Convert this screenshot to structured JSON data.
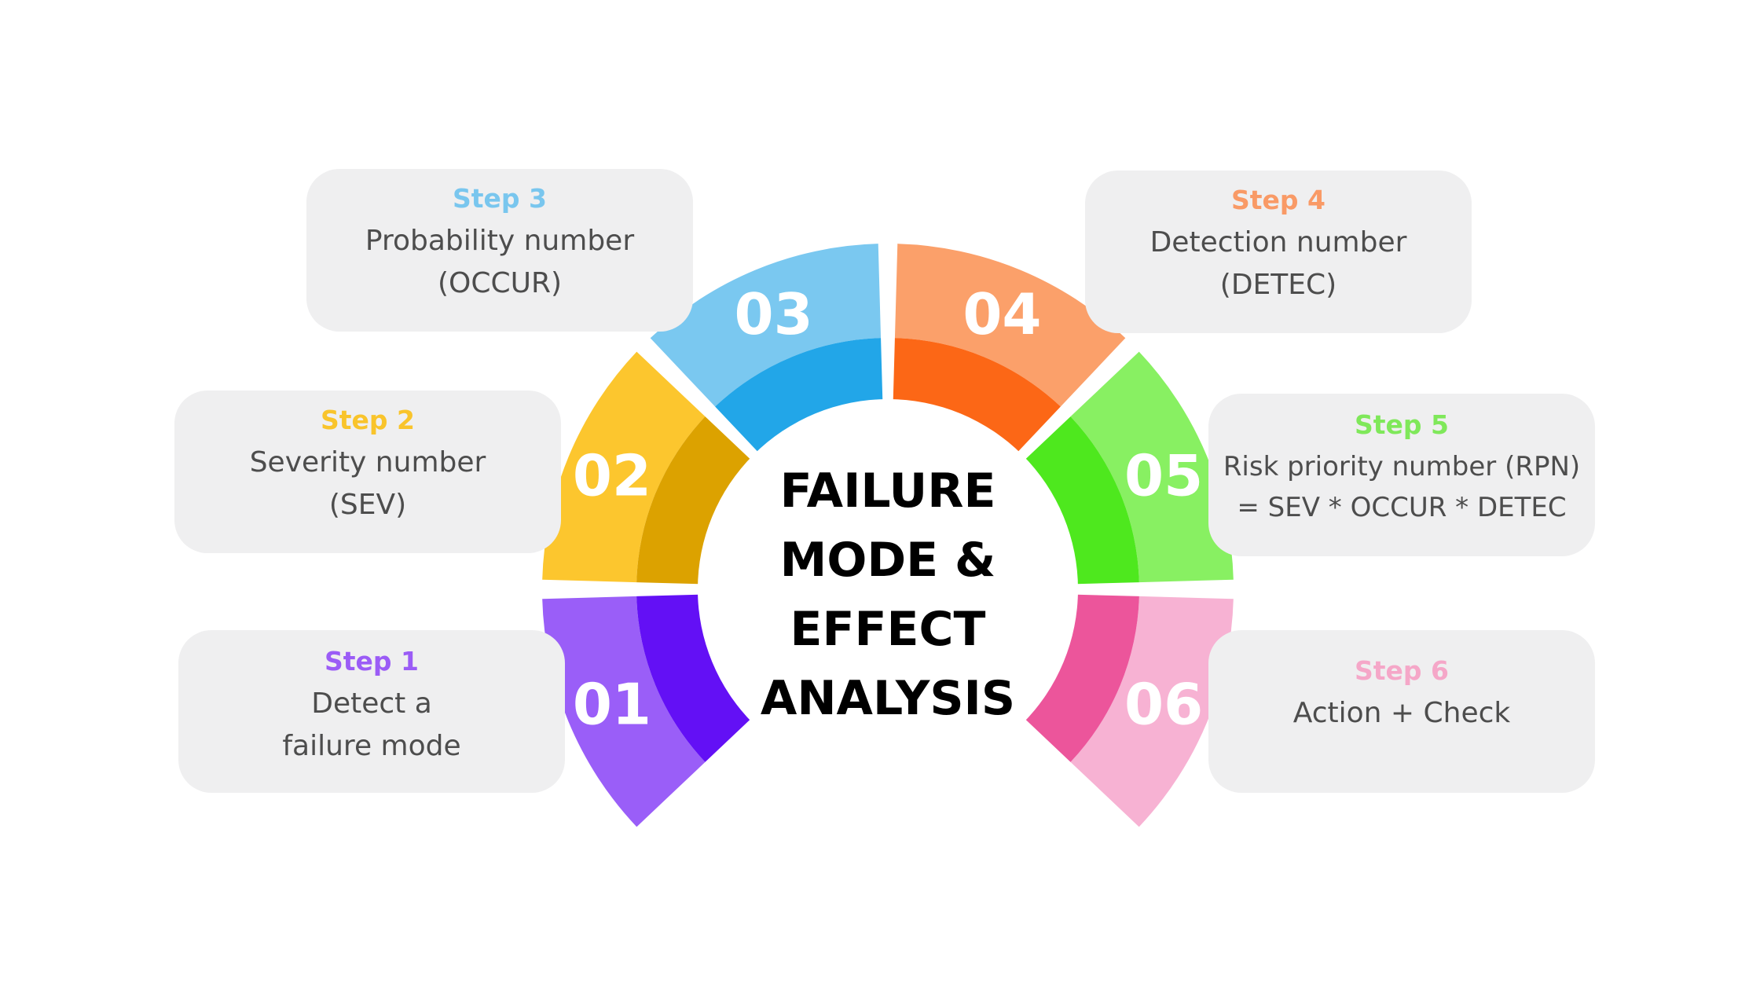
{
  "center_title": [
    "FAILURE",
    "MODE &",
    "EFFECT",
    "ANALYSIS"
  ],
  "steps": [
    {
      "number": "01",
      "label": "Step 1",
      "desc_lines": [
        "Detect a",
        "failure mode"
      ],
      "color": "#9a5ef8",
      "accent": "#6310f5"
    },
    {
      "number": "02",
      "label": "Step 2",
      "desc_lines": [
        "Severity number",
        "(SEV)"
      ],
      "color": "#fcc62e",
      "accent": "#dca200"
    },
    {
      "number": "03",
      "label": "Step 3",
      "desc_lines": [
        "Probability number",
        "(OCCUR)"
      ],
      "color": "#7ac8f0",
      "accent": "#22a6e8"
    },
    {
      "number": "04",
      "label": "Step 4",
      "desc_lines": [
        "Detection number",
        "(DETEC)"
      ],
      "color": "#fba06a",
      "accent": "#fc6716"
    },
    {
      "number": "05",
      "label": "Step 5",
      "desc_lines": [
        "Risk priority number (RPN)",
        "= SEV * OCCUR * DETEC"
      ],
      "color": "#88f062",
      "accent": "#4ee81e"
    },
    {
      "number": "06",
      "label": "Step 6",
      "desc_lines": [
        "Action + Check"
      ],
      "color": "#f7b2d3",
      "accent": "#ec559b"
    }
  ]
}
